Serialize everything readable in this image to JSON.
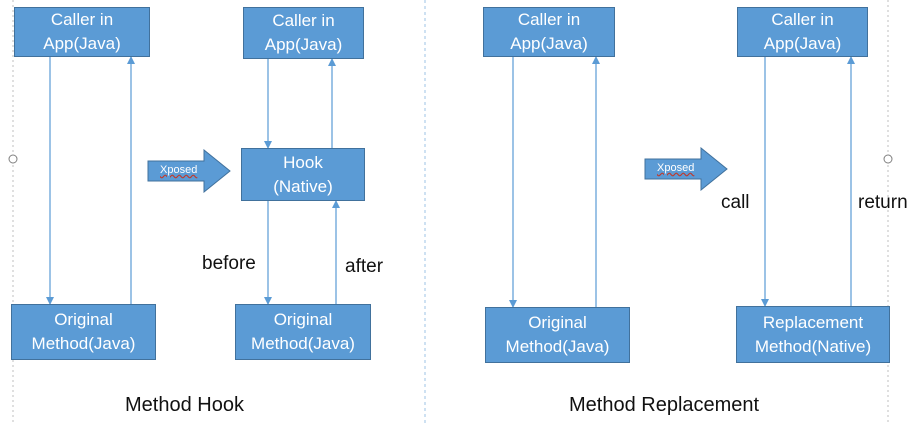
{
  "hook": {
    "caller": [
      "Caller in",
      "App(Java)"
    ],
    "original": [
      "Original",
      "Method(Java)"
    ],
    "caller2": [
      "Caller in",
      "App(Java)"
    ],
    "hook_box": [
      "Hook",
      "(Native)"
    ],
    "original2": [
      "Original",
      "Method(Java)"
    ],
    "xposed": "Xposed",
    "before": "before",
    "after": "after",
    "caption": "Method Hook"
  },
  "replace": {
    "caller": [
      "Caller in",
      "App(Java)"
    ],
    "original": [
      "Original",
      "Method(Java)"
    ],
    "caller2": [
      "Caller in",
      "App(Java)"
    ],
    "replacement": [
      "Replacement",
      "Method(Native)"
    ],
    "xposed": "Xposed",
    "call": "call",
    "return": "return",
    "caption": "Method Replacement"
  },
  "colors": {
    "box_fill": "#5b9bd5",
    "box_border": "#41719c",
    "arrow": "#5b9bd5"
  }
}
